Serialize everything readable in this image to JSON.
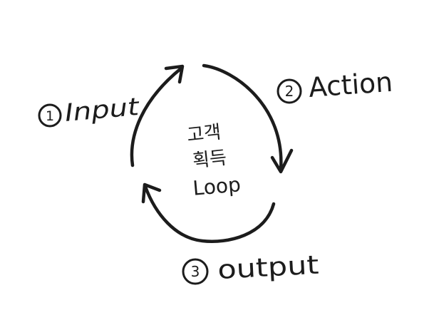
{
  "diagram": {
    "steps": [
      {
        "number": "1",
        "label": "Input"
      },
      {
        "number": "2",
        "label": "Action"
      },
      {
        "number": "3",
        "label": "output"
      }
    ],
    "center_lines": [
      "고객",
      "획득",
      "Loop"
    ]
  }
}
